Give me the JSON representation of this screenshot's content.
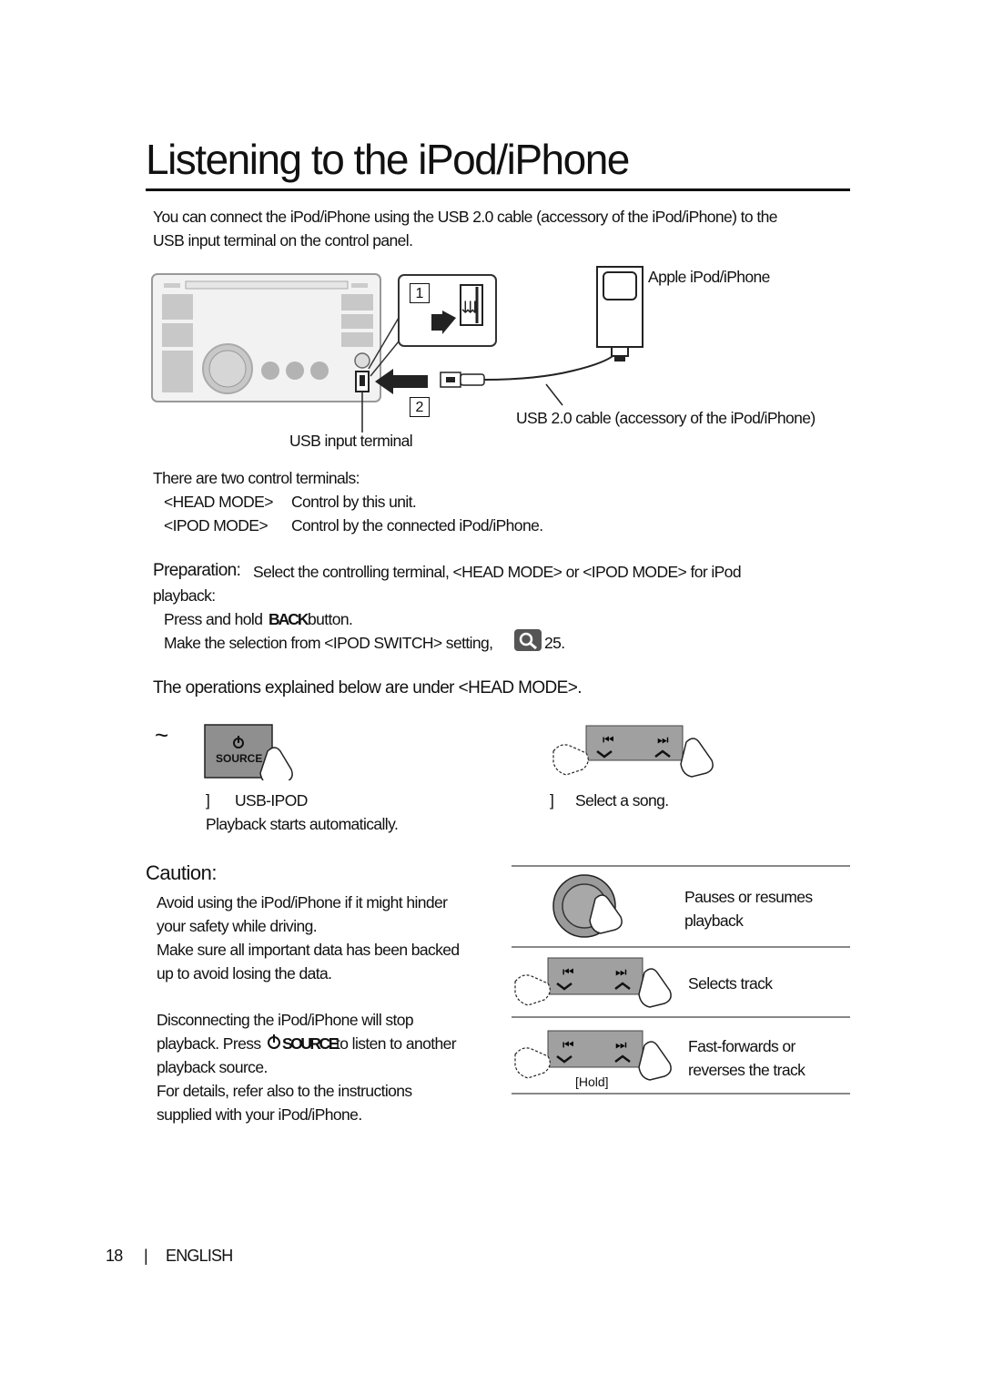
{
  "page": {
    "title": "Listening to the iPod/iPhone",
    "intro_line1": "You can connect the iPod/iPhone using the USB 2.0 cable (accessory of the iPod/iPhone) to the",
    "intro_line2": "USB input terminal on the control panel."
  },
  "diagram": {
    "callout_1": "1",
    "callout_2": "2",
    "apple_label": "Apple iPod/iPhone",
    "cable_label": "USB 2.0 cable (accessory of the iPod/iPhone)",
    "usb_terminal_label": "USB input terminal"
  },
  "modes": {
    "intro": "There are two control terminals:",
    "items": [
      {
        "mode": "<HEAD MODE>",
        "desc": "Control by this unit."
      },
      {
        "mode": "<IPOD MODE>",
        "desc": "Control by the connected iPod/iPhone."
      }
    ]
  },
  "preparation": {
    "label": "Preparation:",
    "text": "Select the controlling terminal, <HEAD MODE> or <IPOD MODE> for iPod",
    "text2": "playback:",
    "bullet1_pre": "Press and hold",
    "bullet1_key": "BACK",
    "bullet1_post": "button.",
    "bullet2": "Make the selection from <IPOD SWITCH> setting,",
    "bullet2_page": "25."
  },
  "operations_line": "The operations explained below are under <HEAD MODE>.",
  "steps": {
    "tilde": "~",
    "source_label": "SOURCE",
    "step1_bracket": "]",
    "step1_value": "USB-IPOD",
    "step1_note": "Playback starts automatically.",
    "step2_bracket": "]",
    "step2_value": "Select a song."
  },
  "caution": {
    "title": "Caution:",
    "lines": [
      "Avoid using the iPod/iPhone if it might hinder",
      "your safety while driving.",
      "Make sure all important data has been backed",
      "up to avoid losing the data."
    ],
    "disconnect_lines": [
      "Disconnecting the iPod/iPhone will stop",
      "playback. Press",
      "to listen to another",
      "playback source.",
      "For details, refer also to the instructions",
      "supplied with your iPod/iPhone."
    ],
    "source_key": "SOURCE"
  },
  "ops_table": [
    {
      "label_line1": "Pauses or resumes",
      "label_line2": "playback"
    },
    {
      "label_line1": "Selects track",
      "label_line2": ""
    },
    {
      "label_line1": "Fast-forwards or",
      "label_line2": "reverses the track",
      "hold": "[Hold]"
    }
  ],
  "footer": {
    "page_number": "18",
    "separator": "|",
    "language": "ENGLISH"
  }
}
